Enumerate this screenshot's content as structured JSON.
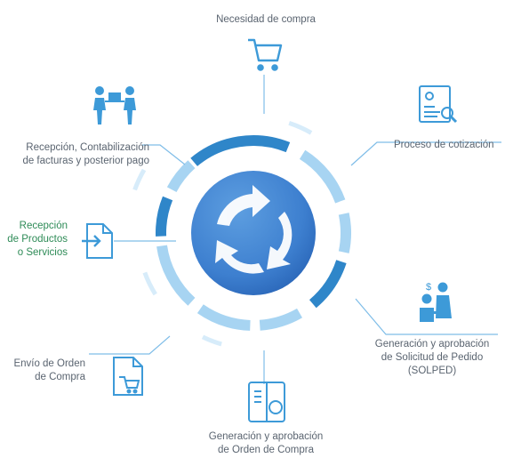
{
  "steps": [
    {
      "id": "necesidad",
      "lines": [
        "Necesidad de compra"
      ],
      "icon": "shopping-cart-icon"
    },
    {
      "id": "cotizacion",
      "lines": [
        "Proceso de cotización"
      ],
      "icon": "document-search-icon"
    },
    {
      "id": "solped",
      "lines": [
        "Generación y aprobación",
        "de Solicitud de Pedido",
        "(SOLPED)"
      ],
      "icon": "business-meeting-icon"
    },
    {
      "id": "orden",
      "lines": [
        "Generación y aprobación",
        "de Orden de Compra"
      ],
      "icon": "purchase-order-document-icon"
    },
    {
      "id": "envio",
      "lines": [
        "Envío de Orden",
        "de Compra"
      ],
      "icon": "document-cart-icon"
    },
    {
      "id": "recepcion",
      "lines": [
        "Recepción",
        "de Productos",
        "o Servicios"
      ],
      "icon": "file-import-icon"
    },
    {
      "id": "contabilizacion",
      "lines": [
        "Recepción, Contabilización",
        "de facturas y posterior pago"
      ],
      "icon": "handover-people-icon"
    }
  ],
  "center_icon": "cycle-arrows-icon",
  "colors": {
    "ring_dark": "#2f86c9",
    "ring_light": "#a7d4f2",
    "ring_faint": "#d7ecfa",
    "icon": "#3d9ad8",
    "disc_light": "#4f8fd6",
    "disc_dark": "#2c6fc0",
    "label": "#5a6470",
    "label_green": "#2e8b57",
    "connector": "#7fbde8"
  }
}
